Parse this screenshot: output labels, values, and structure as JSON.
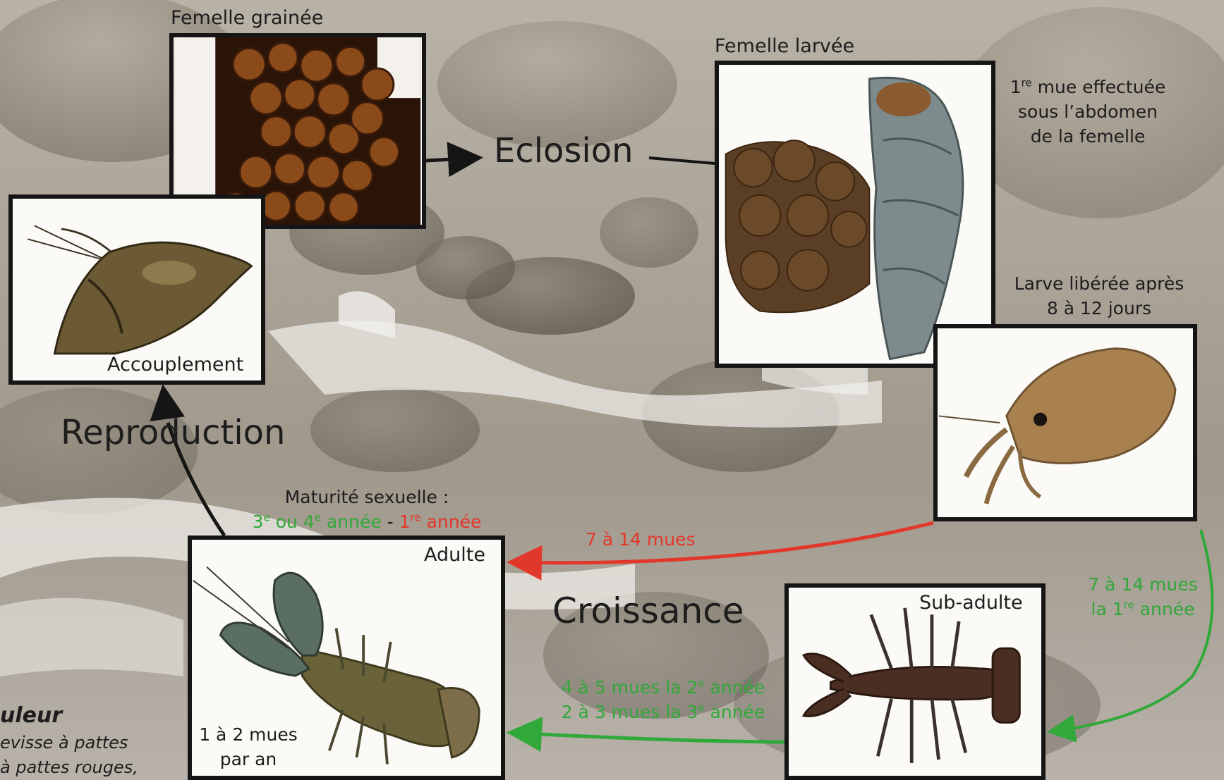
{
  "stages": {
    "femelle_grainee": "Femelle grainée",
    "femelle_larvee": "Femelle larvée",
    "accouplement": "Accouplement",
    "larve": "Larve libérée après",
    "larve_delay": "8 à 12 jours",
    "adulte": "Adulte",
    "sub_adulte": "Sub-adulte"
  },
  "phases": {
    "eclosion": "Eclosion",
    "reproduction": "Reproduction",
    "croissance": "Croissance"
  },
  "notes": {
    "premiere_mue_1": "1",
    "premiere_mue_sup": "re",
    "premiere_mue_2": " mue effectuée",
    "premiere_mue_3": "sous l’abdomen",
    "premiere_mue_4": "de la femelle",
    "maturite_title": "Maturité sexuelle :",
    "maturite_green_a": "3",
    "maturite_green_sup_a": "e",
    "maturite_green_b": " ou 4",
    "maturite_green_sup_b": "e",
    "maturite_green_c": " année",
    "maturite_sep": " - ",
    "maturite_red_a": "1",
    "maturite_red_sup": "re",
    "maturite_red_b": " année",
    "mues_rouge": "7 à 14 mues",
    "mues_vert_1": "7 à 14 mues",
    "mues_vert_2a": "la 1",
    "mues_vert_2sup": "re",
    "mues_vert_2b": " année",
    "mues_sub_1a": "4 à 5 mues la 2",
    "mues_sub_1sup": "e",
    "mues_sub_1b": " année",
    "mues_sub_2a": "2 à 3 mues la 3",
    "mues_sub_2sup": "e",
    "mues_sub_2b": " année",
    "mues_adulte_1": "1 à 2 mues",
    "mues_adulte_2": "par an"
  },
  "partial_text": {
    "line1": "uleur",
    "line2": "evisse à pattes",
    "line3": "à pattes rouges,"
  },
  "colors": {
    "green_arrow": "#31a83a",
    "red_arrow": "#e2382c",
    "dark_arrow": "#151515",
    "frame": "#151515"
  },
  "icons": {
    "femelle_grainee": "egg-cluster-photo",
    "femelle_larvee": "larvae-under-abdomen-photo",
    "accouplement": "mating-crayfish-photo",
    "larve": "crayfish-larva-photo",
    "adulte": "adult-crayfish-photo",
    "sub_adulte": "juvenile-crayfish-photo"
  }
}
